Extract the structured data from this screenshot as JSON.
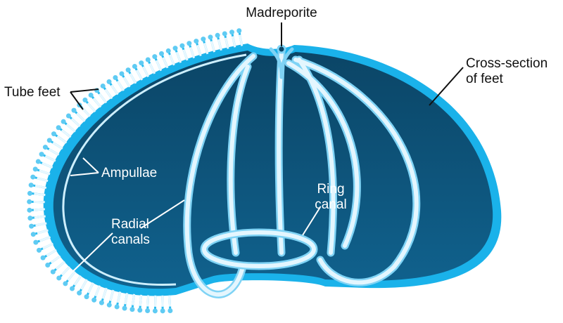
{
  "labels": {
    "madreporite": "Madreporite",
    "cross_section_line1": "Cross-section",
    "cross_section_line2": "of feet",
    "tube_feet": "Tube feet",
    "ampullae": "Ampullae",
    "radial_canals_line1": "Radial",
    "radial_canals_line2": "canals",
    "ring_canal_line1": "Ring",
    "ring_canal_line2": "canal"
  },
  "colors": {
    "body_top": "#0b4a6c",
    "body_bottom": "#10628e",
    "shell": "#1ab2ea",
    "canal": "#dff4fd",
    "canal_edge": "#7fd3f5"
  }
}
